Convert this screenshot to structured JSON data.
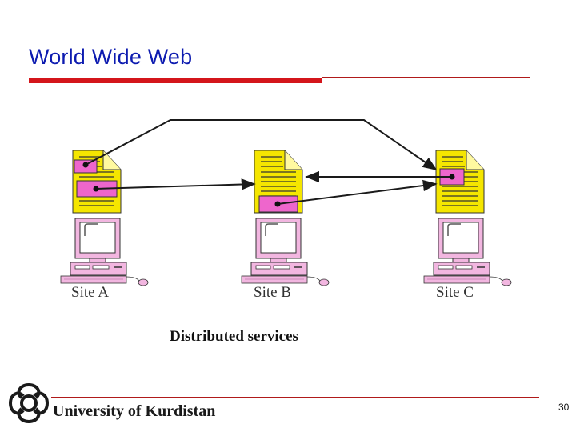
{
  "slide": {
    "title": "World Wide Web",
    "caption": "Distributed services",
    "footer": "University of Kurdistan",
    "page_number": "30"
  },
  "diagram": {
    "sites": [
      {
        "label": "Site A"
      },
      {
        "label": "Site B"
      },
      {
        "label": "Site C"
      }
    ],
    "colors": {
      "document": "#f5e600",
      "link_box": "#ee66cc",
      "computer": "#f2b6e0",
      "arrow": "#1a1a1a"
    },
    "links": [
      {
        "from": "Site A",
        "to": "Site C"
      },
      {
        "from": "Site A",
        "to": "Site B"
      },
      {
        "from": "Site B",
        "to": "Site C"
      },
      {
        "from": "Site C",
        "to": "Site B"
      }
    ]
  }
}
